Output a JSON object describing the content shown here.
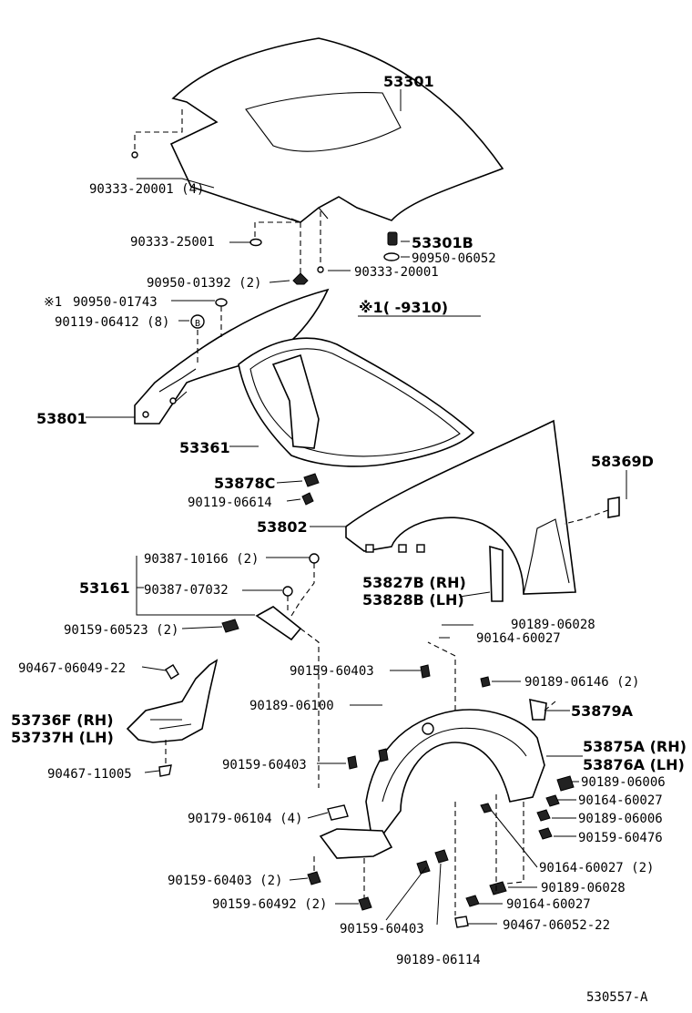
{
  "diagram": {
    "labels": {
      "p53301": "53301",
      "p90333_20001_4": "90333-20001 (4)",
      "p90333_25001": "90333-25001",
      "p53301B": "53301B",
      "p90950_06052": "90950-06052",
      "p90950_01392_2": "90950-01392 (2)",
      "p90333_20001": "90333-20001",
      "p90950_01743": "90950-01743",
      "note_mark1": "※1",
      "p90119_06412_8": "90119-06412 (8)",
      "note_range": "※1(      -9310)",
      "p53801": "53801",
      "p53361": "53361",
      "p53878C": "53878C",
      "p90119_06614": "90119-06614",
      "p53802": "53802",
      "p58369D": "58369D",
      "p90387_10166_2": "90387-10166 (2)",
      "p53161": "53161",
      "p90387_07032": "90387-07032",
      "p90159_60523_2": "90159-60523 (2)",
      "p53827B": "53827B (RH)",
      "p53828B": "53828B (LH)",
      "p90189_06028_a": "90189-06028",
      "p90164_60027_a": "90164-60027",
      "p90467_06049_22": "90467-06049-22",
      "p90159_60403_a": "90159-60403",
      "p90189_06146_2": "90189-06146 (2)",
      "p53736F": "53736F (RH)",
      "p53737H": "53737H (LH)",
      "p90189_06100": "90189-06100",
      "p53879A": "53879A",
      "p53875A": "53875A (RH)",
      "p53876A": "53876A (LH)",
      "p90467_11005": "90467-11005",
      "p90159_60403_b": "90159-60403",
      "p90189_06006_a": "90189-06006",
      "p90164_60027_b": "90164-60027",
      "p90179_06104_4": "90179-06104 (4)",
      "p90189_06006_b": "90189-06006",
      "p90159_60476": "90159-60476",
      "p90164_60027_2": "90164-60027 (2)",
      "p90159_60403_2": "90159-60403 (2)",
      "p90189_06028_b": "90189-06028",
      "p90159_60492_2": "90159-60492 (2)",
      "p90164_60027_c": "90164-60027",
      "p90159_60403_c": "90159-60403",
      "p90467_06052_22": "90467-06052-22",
      "p90189_06114": "90189-06114",
      "figure_code": "530557-A"
    },
    "bolt_marker_letter": "B"
  }
}
